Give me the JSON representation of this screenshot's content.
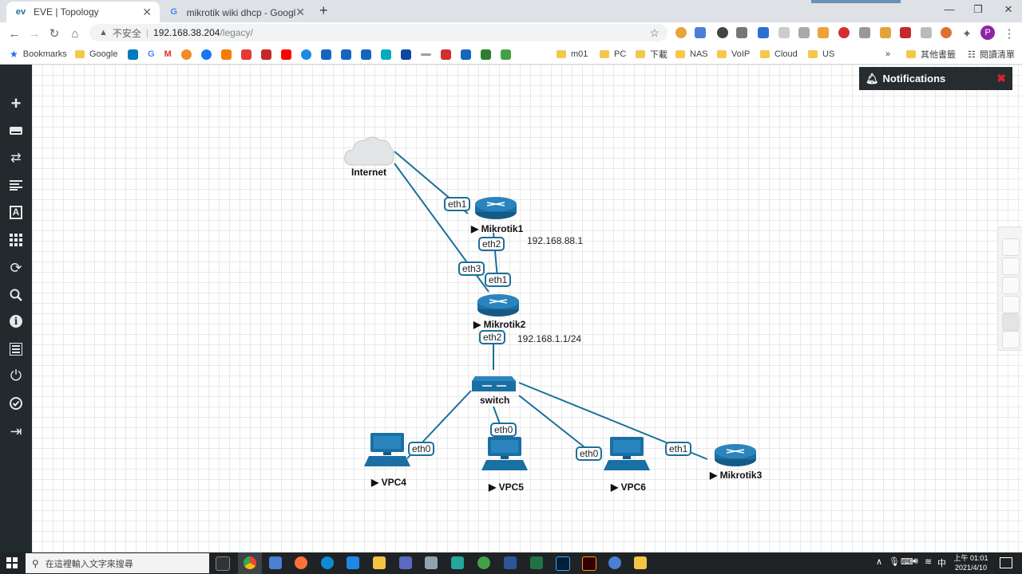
{
  "browser": {
    "tabs": [
      {
        "title": "EVE | Topology",
        "active": true
      },
      {
        "title": "mikrotik wiki dhcp - Google 搜尋",
        "active": false
      }
    ],
    "new_tab_label": "+",
    "address": {
      "security_label": "不安全",
      "host": "192.168.38.204",
      "path": "/legacy/"
    },
    "profile_initial": "P",
    "bookmarks": [
      {
        "label": "Bookmarks",
        "type": "star"
      },
      {
        "label": "Google",
        "type": "folder"
      },
      {
        "label": "m01",
        "type": "folder"
      },
      {
        "label": "PC",
        "type": "folder"
      },
      {
        "label": "下載",
        "type": "folder"
      },
      {
        "label": "NAS",
        "type": "folder"
      },
      {
        "label": "VoIP",
        "type": "folder"
      },
      {
        "label": "Cloud",
        "type": "folder"
      },
      {
        "label": "US",
        "type": "folder"
      },
      {
        "label": "其他書籤",
        "type": "folder"
      },
      {
        "label": "閱讀清單",
        "type": "reading"
      }
    ],
    "overflow_label": "»"
  },
  "eve": {
    "sidebar_icons": [
      "add-icon",
      "nodes-icon",
      "networks-icon",
      "startup-configs-icon",
      "text-icon",
      "pictures-icon",
      "refresh-icon",
      "zoom-icon",
      "status-icon",
      "lab-details-icon",
      "power-icon",
      "lock-icon",
      "logout-icon"
    ],
    "notifications": {
      "title": "Notifications",
      "close": "✖"
    },
    "nodes": {
      "internet": "Internet",
      "mikrotik1": "Mikrotik1",
      "mikrotik2": "Mikrotik2",
      "mikrotik3": "Mikrotik3",
      "switch": "switch",
      "vpc4": "VPC4",
      "vpc5": "VPC5",
      "vpc6": "VPC6"
    },
    "run_marker": "▶",
    "interfaces": {
      "m1_eth1": "eth1",
      "m1_eth2": "eth2",
      "m2_eth3": "eth3",
      "m2_eth1": "eth1",
      "m2_eth2": "eth2",
      "vpc4_eth0": "eth0",
      "vpc5_eth0": "eth0",
      "vpc6_eth0": "eth0",
      "m3_eth1": "eth1"
    },
    "ip_labels": {
      "m1": "192.168.88.1",
      "m2": "192.168.1.1/24"
    },
    "colors": {
      "link": "#1c6f9b",
      "device": "#1a6fa3",
      "sidebar": "#222a2d"
    }
  },
  "taskbar": {
    "search_placeholder": "在這裡輸入文字來搜尋",
    "time": "上午 01:01",
    "date": "2021/4/10"
  }
}
